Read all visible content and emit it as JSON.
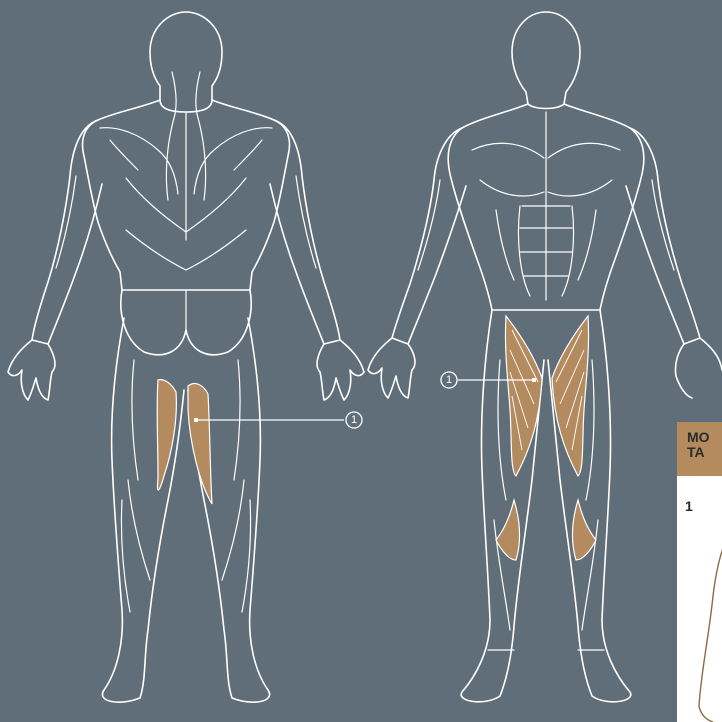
{
  "callouts": {
    "back_view": "1",
    "front_view": "1"
  },
  "legend": {
    "title_line1": "MO",
    "title_line2": "TA",
    "item_number": "1"
  },
  "colors": {
    "background": "#5f6e78",
    "highlight": "#b48b5e",
    "outline": "#ffffff"
  },
  "highlighted_muscles": [
    "inner-thigh-back-view",
    "inner-thigh-front-view"
  ]
}
